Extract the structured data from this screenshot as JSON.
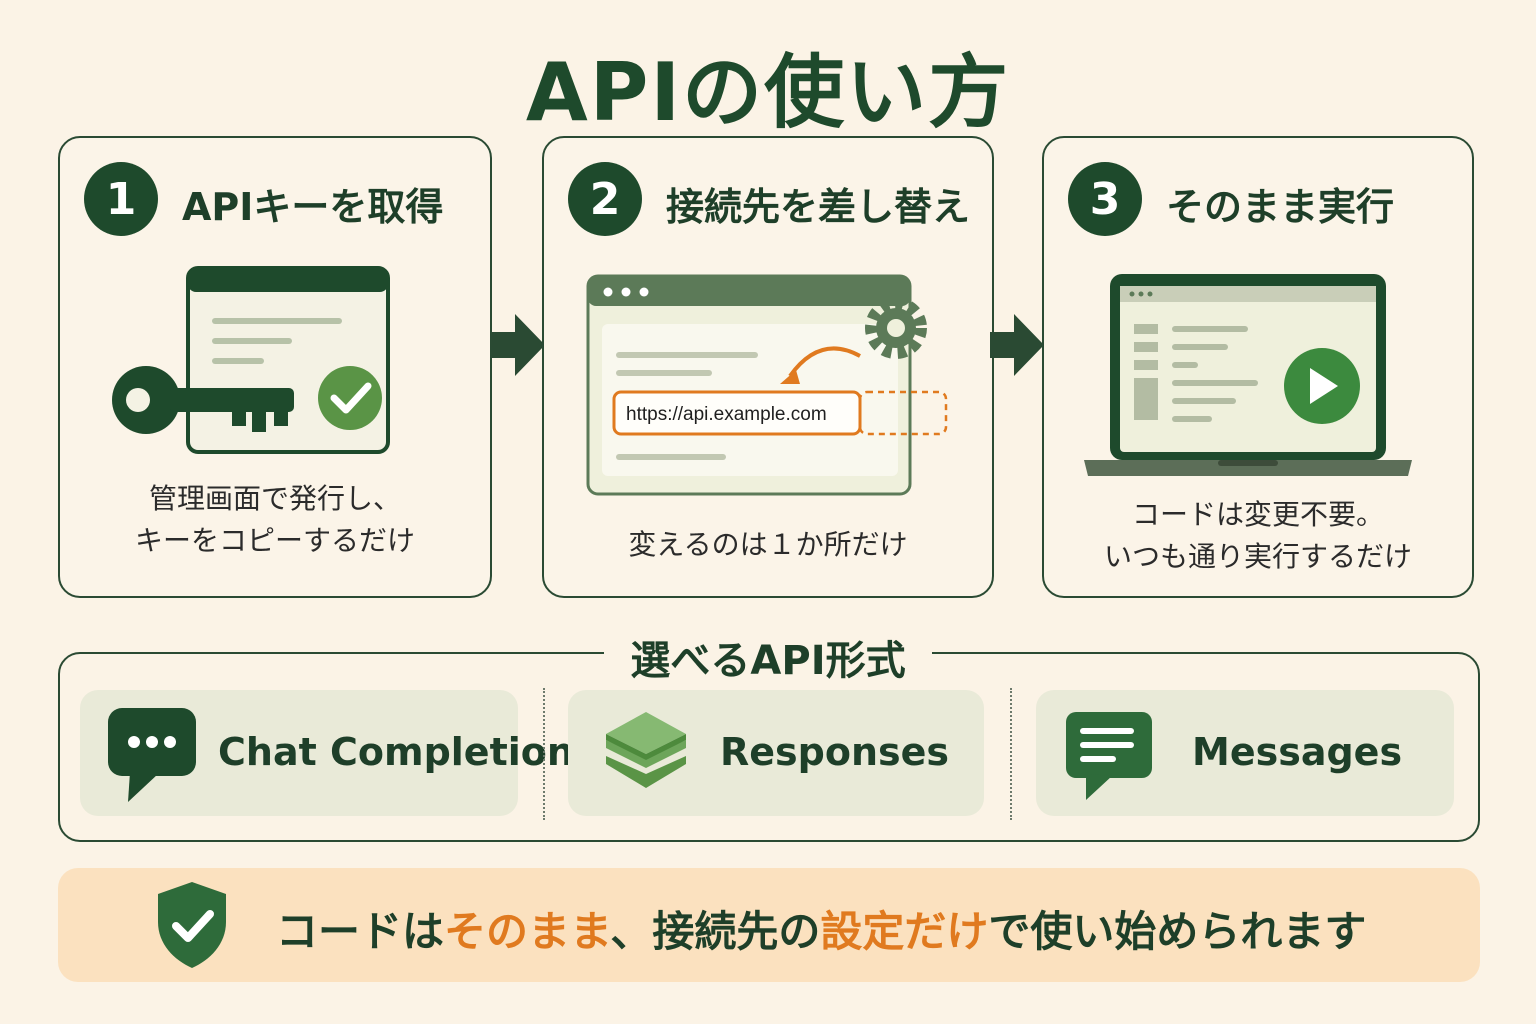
{
  "title": "APIの使い方",
  "steps": [
    {
      "number": "1",
      "title": "APIキーを取得",
      "description": "管理画面で発行し、\nキーをコピーするだけ"
    },
    {
      "number": "2",
      "title": "接続先を差し替え",
      "description": "変えるのは１か所だけ",
      "url": "https://api.example.com"
    },
    {
      "number": "3",
      "title": "そのまま実行",
      "description": "コードは変更不要。\nいつも通り実行するだけ"
    }
  ],
  "formats": {
    "title": "選べるAPI形式",
    "items": [
      {
        "label": "Chat Completions",
        "icon": "chat-bubble-icon"
      },
      {
        "label": "Responses",
        "icon": "layers-icon"
      },
      {
        "label": "Messages",
        "icon": "message-icon"
      }
    ]
  },
  "banner": {
    "part1": "コードは",
    "highlight1": "そのまま",
    "part2": "、接続先の",
    "highlight2": "設定だけ",
    "part3": "で使い始められます",
    "icon": "shield-check-icon"
  },
  "colors": {
    "dark_green": "#1e4a2c",
    "mid_green": "#5a9446",
    "orange": "#e07a1f",
    "background": "#fbf3e6"
  }
}
